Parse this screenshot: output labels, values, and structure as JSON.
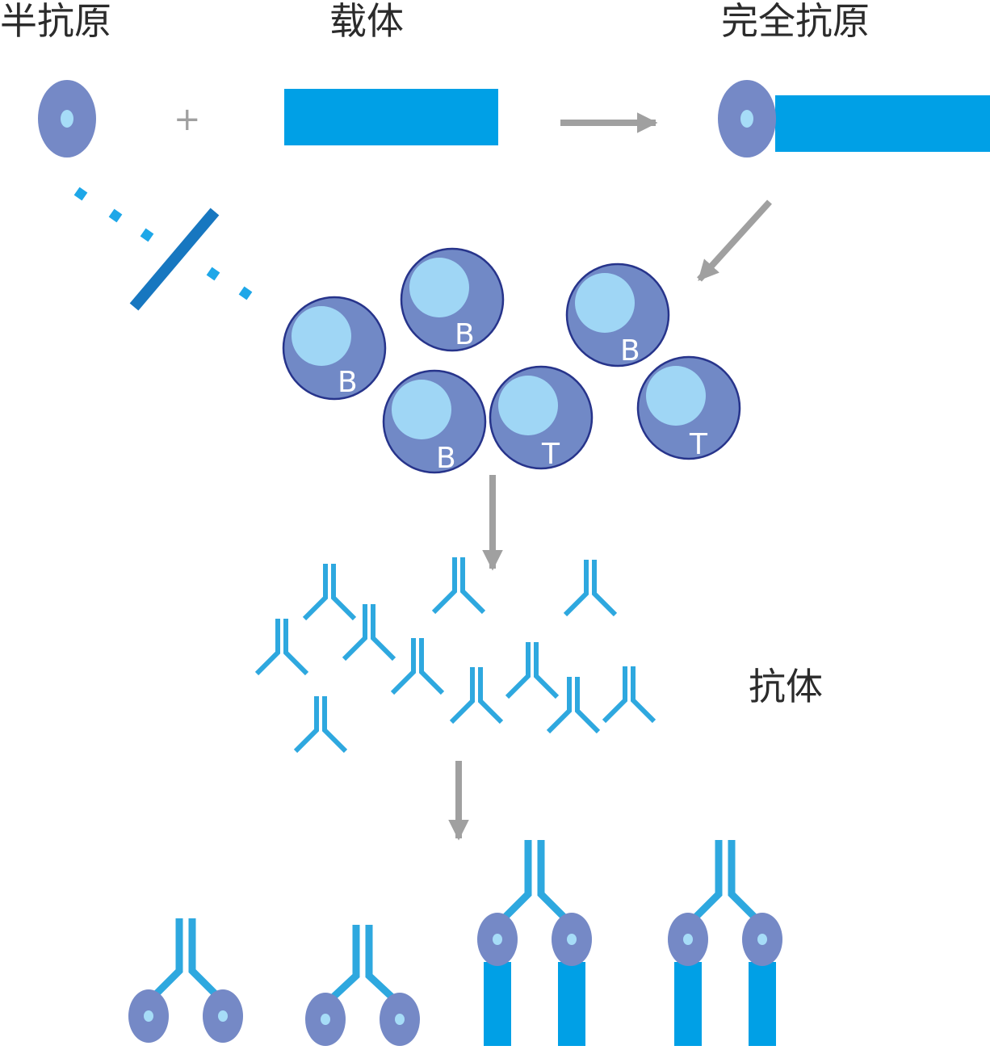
{
  "labels": {
    "hapten": "半抗原",
    "carrier": "载体",
    "complete_antigen": "完全抗原",
    "antibody": "抗体",
    "plus": "+"
  },
  "cell_letters": [
    "B",
    "B",
    "B",
    "B",
    "T",
    "T"
  ],
  "colors": {
    "hapten_body": "#7589c6",
    "hapten_core": "#a6dcf7",
    "carrier": "#00a0e6",
    "arrow": "#a0a0a0",
    "dots": "#1ea7e8",
    "blocked_slash": "#1777c0",
    "cell_body": "#7189c6",
    "cell_nucleus": "#9fd6f5",
    "cell_outline": "#27348b",
    "antibody": "#2ea8df"
  }
}
